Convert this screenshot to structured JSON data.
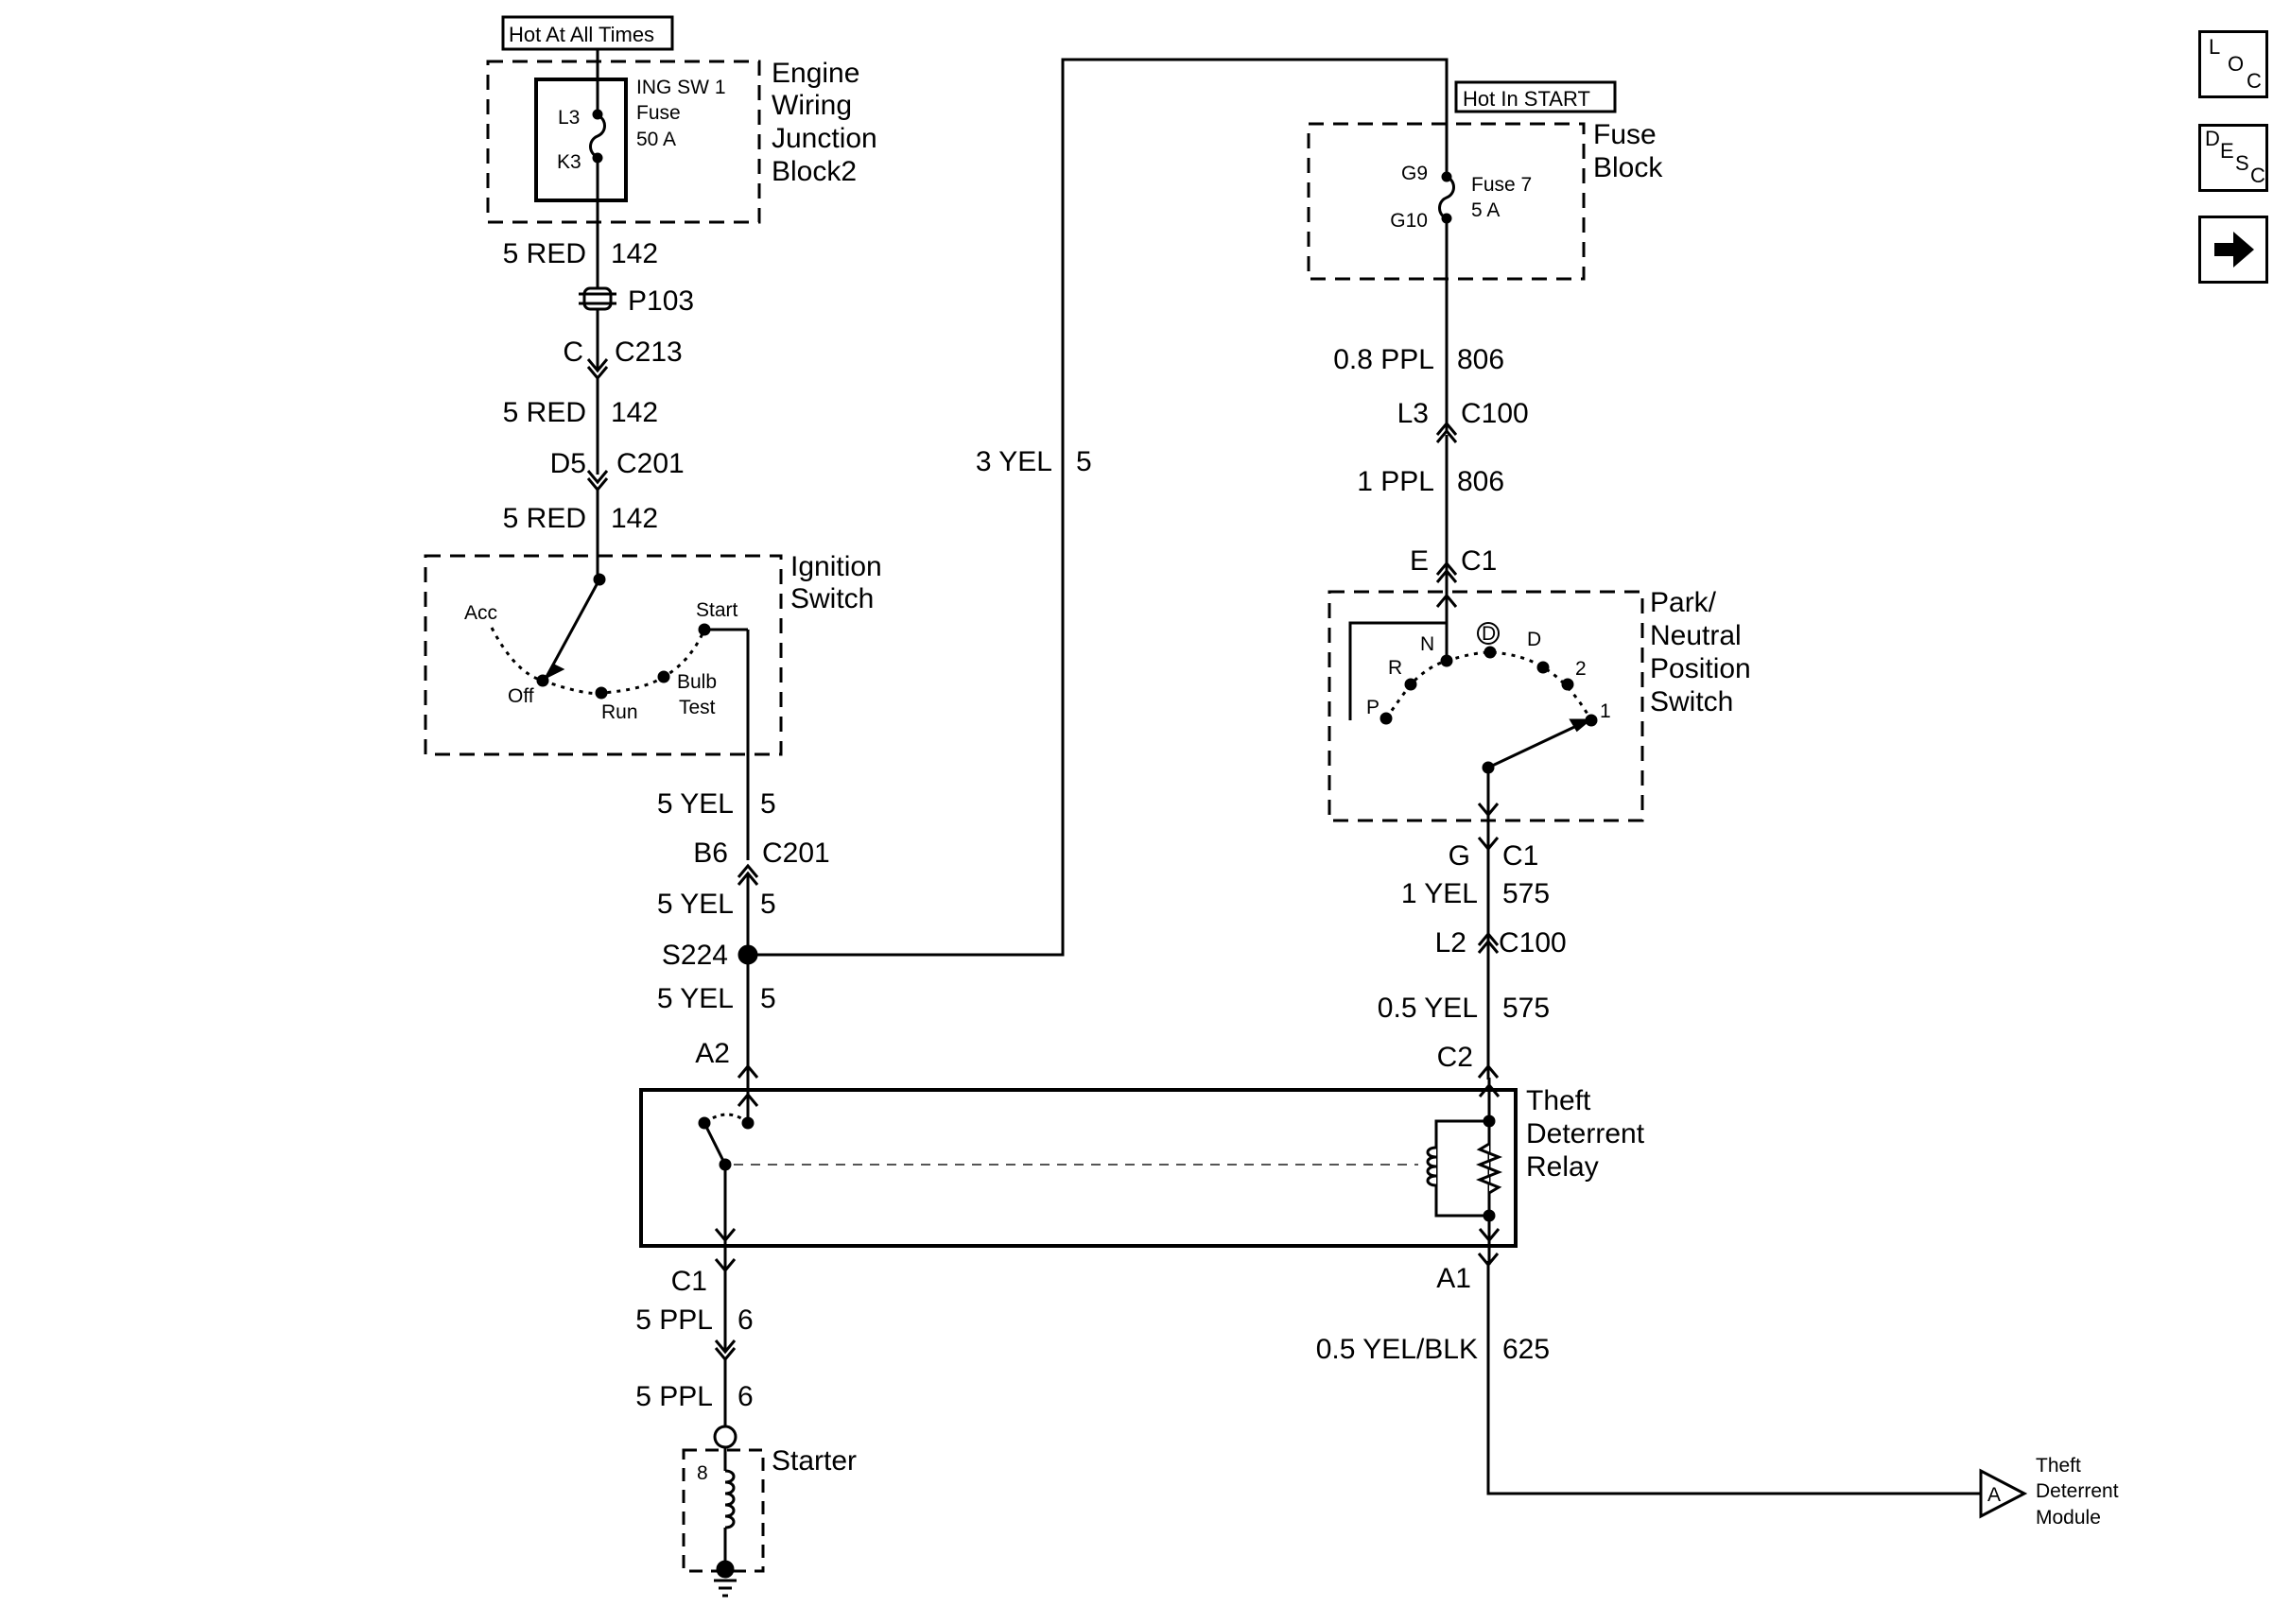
{
  "labels": {
    "hot_at_all_times": "Hot At All Times",
    "hot_in_start": "Hot In START",
    "ejb_title": [
      "Engine",
      "Wiring",
      "Junction",
      "Block2"
    ],
    "ing_sw1": "ING SW 1",
    "fuse_word": "Fuse",
    "fuse_50a": "50 A",
    "pin_l3": "L3",
    "pin_k3": "K3",
    "w_5red_a": "5 RED",
    "w_142_a": "142",
    "p103": "P103",
    "c_pin": "C",
    "c213": "C213",
    "w_5red_b": "5 RED",
    "w_142_b": "142",
    "d5": "D5",
    "c201_a": "C201",
    "w_5red_c": "5 RED",
    "w_142_c": "142",
    "ign_title": [
      "Ignition",
      "Switch"
    ],
    "acc": "Acc",
    "start": "Start",
    "off": "Off",
    "run": "Run",
    "bulb": "Bulb",
    "test": "Test",
    "w_5yel_a": "5 YEL",
    "w_5_a": "5",
    "b6": "B6",
    "c201_b": "C201",
    "w_5yel_b": "5 YEL",
    "w_5_b": "5",
    "s224": "S224",
    "w_5yel_c": "5 YEL",
    "w_5_c": "5",
    "a2": "A2",
    "w_3yel": "3 YEL",
    "w_5_d": "5",
    "fb_title": [
      "Fuse",
      "Block"
    ],
    "g9": "G9",
    "g10": "G10",
    "fuse7": "Fuse 7",
    "fuse_5a": "5 A",
    "w_08ppl": "0.8 PPL",
    "w_806_a": "806",
    "l3": "L3",
    "c100_a": "C100",
    "w_1ppl": "1 PPL",
    "w_806_b": "806",
    "e_pin": "E",
    "c1_a": "C1",
    "pnp_title": [
      "Park/",
      "Neutral",
      "Position",
      "Switch"
    ],
    "pos_p": "P",
    "pos_r": "R",
    "pos_n": "N",
    "pos_dcirc": "D",
    "pos_d": "D",
    "pos_2": "2",
    "pos_1": "1",
    "g_pin": "G",
    "c1_b": "C1",
    "w_1yel": "1 YEL",
    "w_575_a": "575",
    "l2": "L2",
    "c100_b": "C100",
    "w_05yel": "0.5 YEL",
    "w_575_b": "575",
    "c2": "C2",
    "tdr_title": [
      "Theft",
      "Deterrent",
      "Relay"
    ],
    "c1_c": "C1",
    "w_5ppl_a": "5 PPL",
    "w_6_a": "6",
    "w_5ppl_b": "5 PPL",
    "w_6_b": "6",
    "starter": "Starter",
    "starter_pin": "8",
    "a1": "A1",
    "w_05yelblk": "0.5 YEL/BLK",
    "w_625": "625",
    "offpage_a": "A",
    "tdm_title": [
      "Theft",
      "Deterrent",
      "Module"
    ]
  },
  "nav": {
    "loc": [
      "L",
      "O",
      "C"
    ],
    "desc": [
      "D",
      "E",
      "S",
      "C"
    ],
    "next_icon": "arrow-right-icon"
  }
}
